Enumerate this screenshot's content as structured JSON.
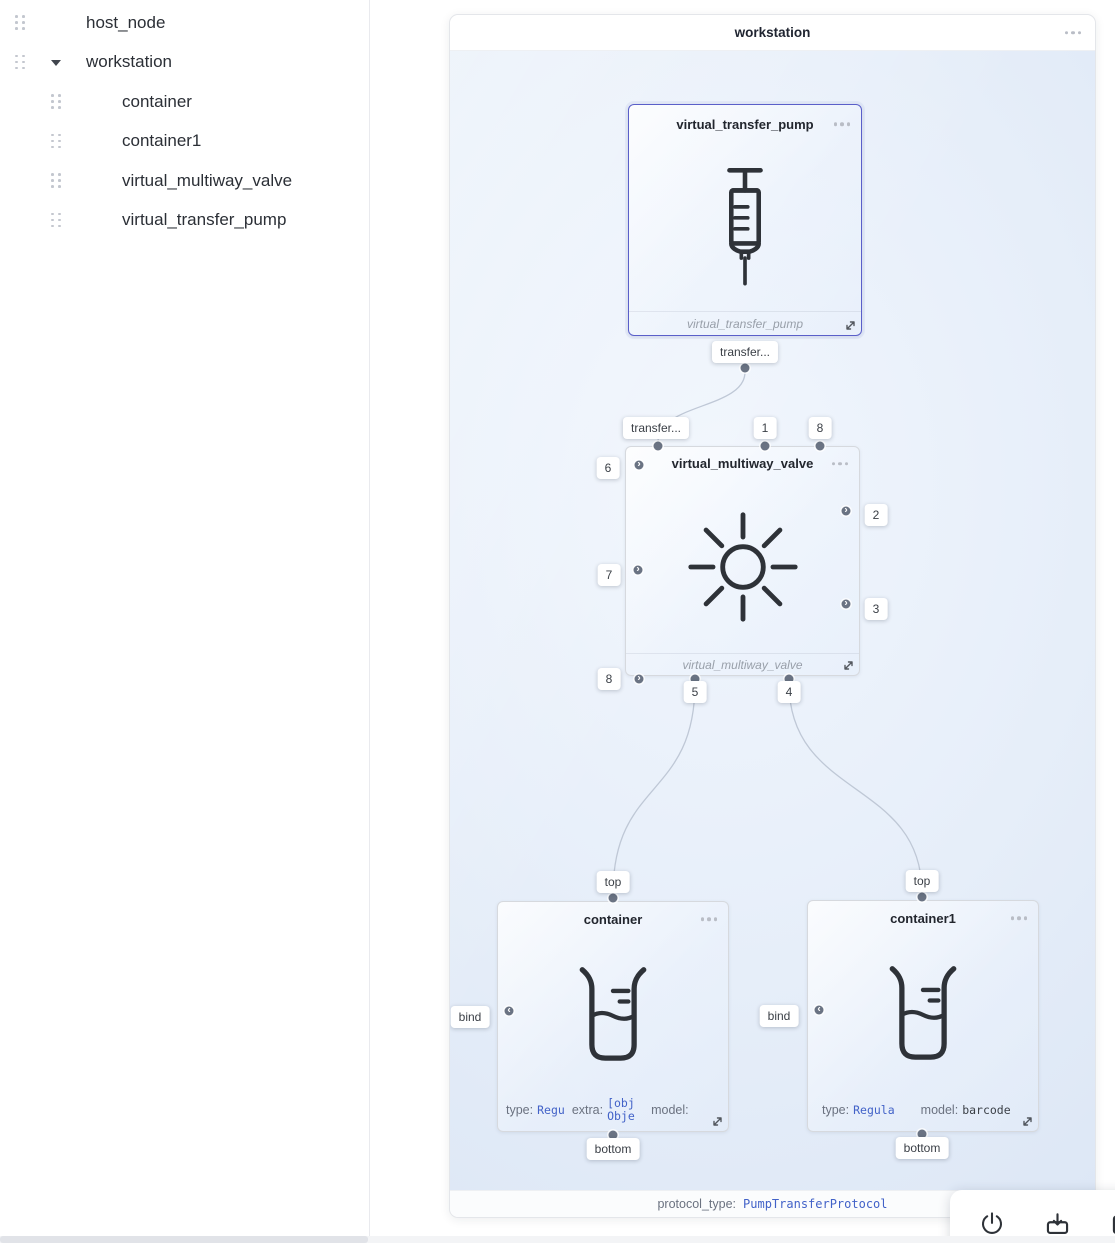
{
  "sidebar": {
    "items": [
      {
        "label": "host_node"
      },
      {
        "label": "workstation"
      },
      {
        "label": "container"
      },
      {
        "label": "container1"
      },
      {
        "label": "virtual_multiway_valve"
      },
      {
        "label": "virtual_transfer_pump"
      }
    ]
  },
  "panel": {
    "title": "workstation",
    "footer_label": "protocol_type:",
    "footer_value": "PumpTransferProtocol"
  },
  "pump": {
    "title": "virtual_transfer_pump",
    "footer": "virtual_transfer_pump",
    "ports": {
      "bottom": [
        "transfer..."
      ]
    }
  },
  "valve": {
    "title": "virtual_multiway_valve",
    "footer": "virtual_multiway_valve",
    "ports": {
      "top": [
        "transfer...",
        "1",
        "8"
      ],
      "left": [
        "6",
        "7",
        "8"
      ],
      "right": [
        "2",
        "3"
      ],
      "bottom": [
        "5",
        "4"
      ]
    }
  },
  "containerA": {
    "title": "container",
    "ports": {
      "top": "top",
      "bottom": "bottom",
      "left": "bind"
    },
    "fields": [
      {
        "label": "type:",
        "value": "Regu"
      },
      {
        "label": "extra:",
        "value": "[obj Obje"
      },
      {
        "label": "model:",
        "value": ""
      }
    ]
  },
  "containerB": {
    "title": "container1",
    "ports": {
      "top": "top",
      "bottom": "bottom",
      "left": "bind"
    },
    "fields": [
      {
        "label": "type:",
        "value": "Regula"
      },
      {
        "label": "model:",
        "value": "barcode"
      }
    ]
  },
  "toolbar": {
    "icons": [
      "power",
      "save",
      "export"
    ]
  },
  "colors": {
    "accent_blue": "#4262c8",
    "selected_border": "#5a5fc9",
    "canvas_tint": "#e4ecf8"
  }
}
